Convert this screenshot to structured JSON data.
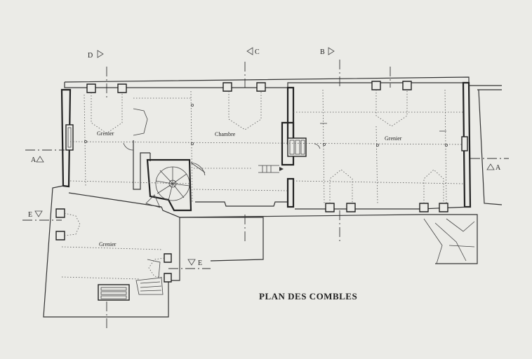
{
  "title": "PLAN DES COMBLES",
  "rooms": {
    "grenier_west": "Grenier",
    "chambre": "Chambre",
    "grenier_east": "Grenier",
    "grenier_south": "Grenier"
  },
  "section_markers": {
    "a_left": "A",
    "a_right": "A",
    "b": "B",
    "c": "C",
    "d": "D",
    "e_left": "E",
    "e_right": "E"
  }
}
